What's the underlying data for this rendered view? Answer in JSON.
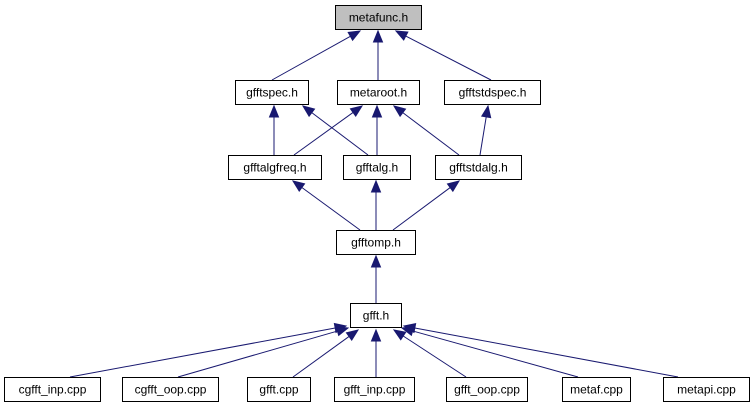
{
  "diagram": {
    "type": "include-dependency-graph",
    "edge_color": "#191970",
    "root_fill": "#bfbfbf",
    "node_fill": "#ffffff",
    "nodes": [
      {
        "id": "metafunc",
        "label": "metafunc.h",
        "root": true
      },
      {
        "id": "gfftspec",
        "label": "gfftspec.h"
      },
      {
        "id": "metaroot",
        "label": "metaroot.h"
      },
      {
        "id": "gfftstdspec",
        "label": "gfftstdspec.h"
      },
      {
        "id": "gfftalgfreq",
        "label": "gfftalgfreq.h"
      },
      {
        "id": "gfftalg",
        "label": "gfftalg.h"
      },
      {
        "id": "gfftstdalg",
        "label": "gfftstdalg.h"
      },
      {
        "id": "gfftomp",
        "label": "gfftomp.h"
      },
      {
        "id": "gfft",
        "label": "gfft.h"
      },
      {
        "id": "cgfft_inp",
        "label": "cgfft_inp.cpp"
      },
      {
        "id": "cgfft_oop",
        "label": "cgfft_oop.cpp"
      },
      {
        "id": "gfft_cpp",
        "label": "gfft.cpp"
      },
      {
        "id": "gfft_inp",
        "label": "gfft_inp.cpp"
      },
      {
        "id": "gfft_oop",
        "label": "gfft_oop.cpp"
      },
      {
        "id": "metaf",
        "label": "metaf.cpp"
      },
      {
        "id": "metapi",
        "label": "metapi.cpp"
      }
    ],
    "edges": [
      {
        "from": "gfftspec",
        "to": "metafunc"
      },
      {
        "from": "metaroot",
        "to": "metafunc"
      },
      {
        "from": "gfftstdspec",
        "to": "metafunc"
      },
      {
        "from": "gfftalgfreq",
        "to": "gfftspec"
      },
      {
        "from": "gfftalg",
        "to": "gfftspec"
      },
      {
        "from": "gfftalgfreq",
        "to": "metaroot"
      },
      {
        "from": "gfftalg",
        "to": "metaroot"
      },
      {
        "from": "gfftstdalg",
        "to": "metaroot"
      },
      {
        "from": "gfftstdalg",
        "to": "gfftstdspec"
      },
      {
        "from": "gfftomp",
        "to": "gfftalgfreq"
      },
      {
        "from": "gfftomp",
        "to": "gfftalg"
      },
      {
        "from": "gfftomp",
        "to": "gfftstdalg"
      },
      {
        "from": "gfft",
        "to": "gfftomp"
      },
      {
        "from": "cgfft_inp",
        "to": "gfft"
      },
      {
        "from": "cgfft_oop",
        "to": "gfft"
      },
      {
        "from": "gfft_cpp",
        "to": "gfft"
      },
      {
        "from": "gfft_inp",
        "to": "gfft"
      },
      {
        "from": "gfft_oop",
        "to": "gfft"
      },
      {
        "from": "metaf",
        "to": "gfft"
      },
      {
        "from": "metapi",
        "to": "gfft"
      }
    ]
  }
}
